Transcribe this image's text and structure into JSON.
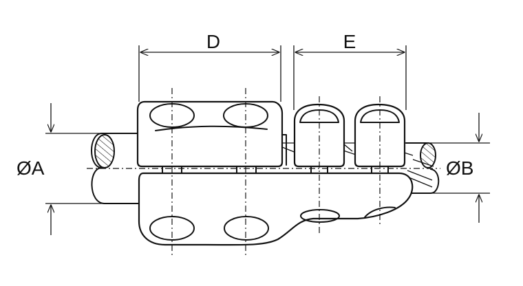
{
  "dimensions": {
    "d_label": "D",
    "e_label": "E",
    "a_label": "ØA",
    "b_label": "ØB"
  },
  "colors": {
    "ink": "#111111",
    "background": "#ffffff"
  }
}
